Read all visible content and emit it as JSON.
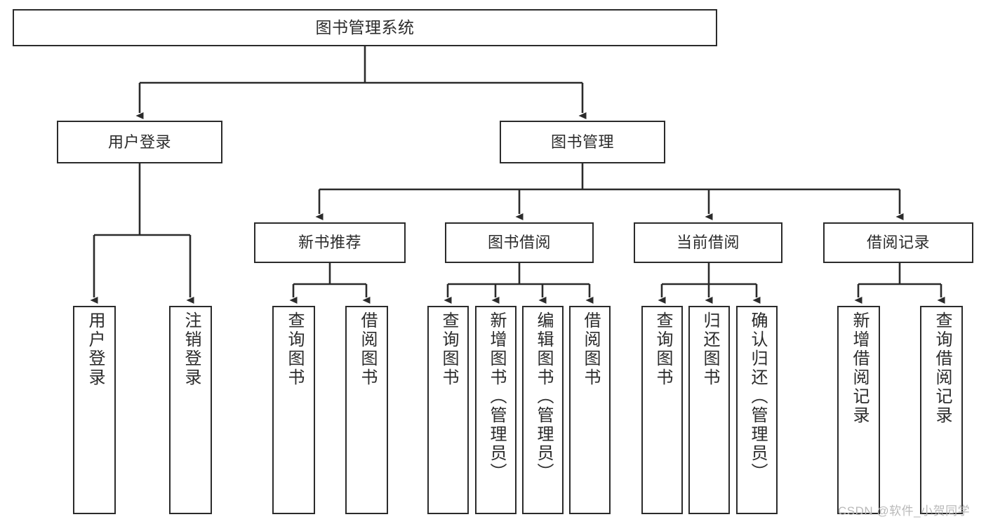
{
  "diagram": {
    "title": "图书管理系统",
    "type": "hierarchy-tree",
    "stroke_color": "#2b2b2b",
    "fill_color": "#ffffff",
    "watermark": "CSDN @软件_小贺同学",
    "nodes": {
      "root": {
        "label": "图书管理系统"
      },
      "level2": [
        {
          "label": "用户登录"
        },
        {
          "label": "图书管理"
        }
      ],
      "level3": [
        {
          "label": "新书推荐"
        },
        {
          "label": "图书借阅"
        },
        {
          "label": "当前借阅"
        },
        {
          "label": "借阅记录"
        }
      ],
      "leaves": {
        "user_login": [
          {
            "label": "用户登录"
          },
          {
            "label": "注销登录"
          }
        ],
        "new_book_recommend": [
          {
            "label": "查询图书"
          },
          {
            "label": "借阅图书"
          }
        ],
        "book_borrow": [
          {
            "label": "查询图书"
          },
          {
            "label": "新增图书（管理员）"
          },
          {
            "label": "编辑图书（管理员）"
          },
          {
            "label": "借阅图书"
          }
        ],
        "current_borrow": [
          {
            "label": "查询图书"
          },
          {
            "label": "归还图书"
          },
          {
            "label": "确认归还（管理员）"
          }
        ],
        "borrow_record": [
          {
            "label": "新增借阅记录"
          },
          {
            "label": "查询借阅记录"
          }
        ]
      }
    }
  }
}
